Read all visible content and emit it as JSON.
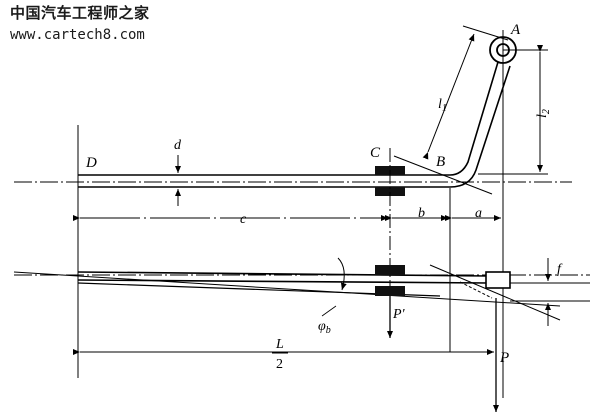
{
  "watermark": {
    "site_name": "中国汽车工程师之家",
    "url": "www.cartech8.com"
  },
  "diagram": {
    "point_labels": {
      "a_point": "A",
      "b_point": "B",
      "c_point": "C",
      "d_point": "D"
    },
    "dimension_labels": {
      "l1": "l",
      "l1_sub": "1",
      "l2": "l",
      "l2_sub": "2",
      "d": "d",
      "c": "c",
      "b": "b",
      "a": "a",
      "f": "f",
      "L_num": "L",
      "L_den": "2"
    },
    "load_labels": {
      "p_load": "P",
      "p_prime": "P'"
    },
    "angle_label": {
      "phi": "φ",
      "phi_sub": "b"
    }
  }
}
